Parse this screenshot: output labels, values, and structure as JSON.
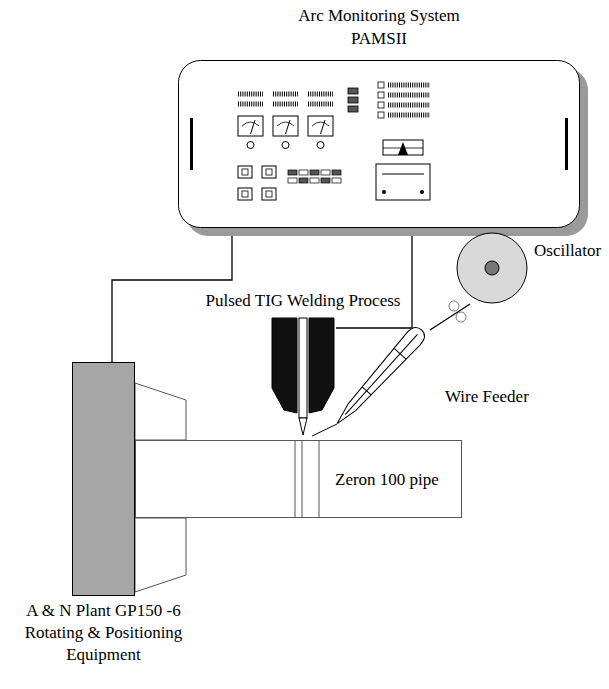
{
  "diagram": {
    "nodes": [
      {
        "text": [
          "Arc Monitoring System",
          "PAMSII"
        ]
      },
      {
        "text": [
          "Pulsed TIG Welding Process"
        ]
      },
      {
        "text": [
          "Oscillator"
        ]
      },
      {
        "text": [
          "Wire Feeder"
        ]
      },
      {
        "text": [
          "A & N Plant GP150 -6 Rotating & Positioning Equipment"
        ]
      },
      {
        "text": [
          "Zeron 100 pipe"
        ]
      }
    ],
    "edges": [
      {
        "from": 0,
        "to": 4,
        "arrow": "none"
      },
      {
        "from": 0,
        "to": 1,
        "arrow": "none"
      },
      {
        "from": 2,
        "to": 3,
        "arrow": "none"
      }
    ]
  }
}
